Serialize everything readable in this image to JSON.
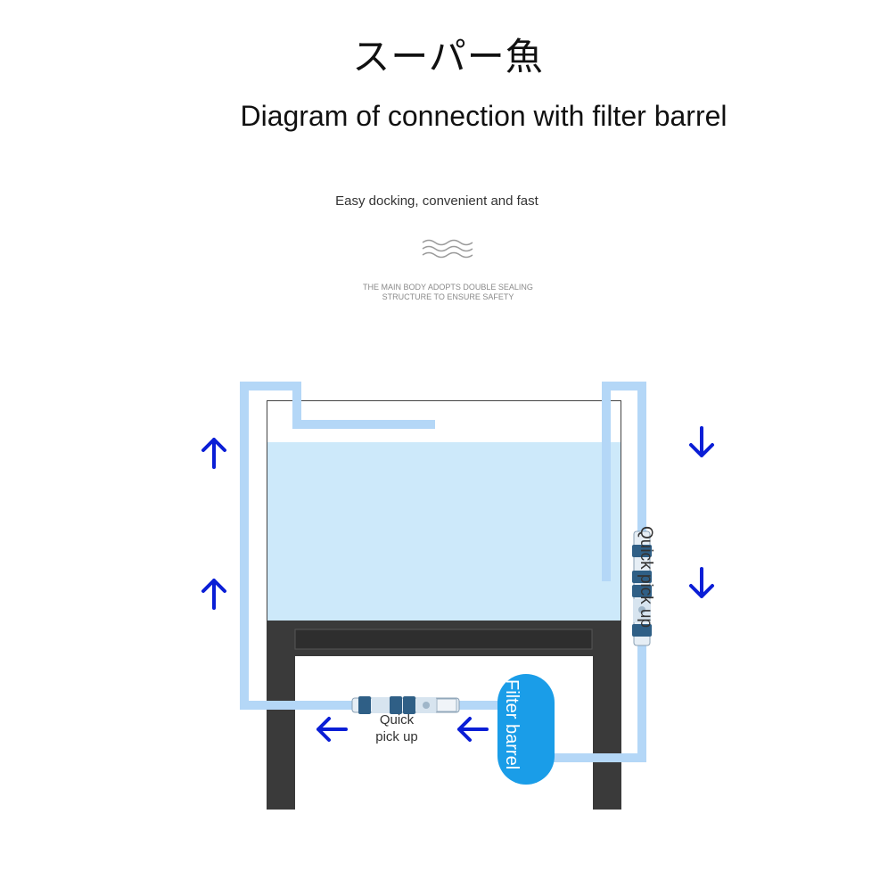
{
  "header": {
    "brand": "スーパー魚",
    "title": "Diagram of connection with filter barrel",
    "subtitle": "Easy docking, convenient and fast",
    "tagline_line1": "THE MAIN BODY ADOPTS DOUBLE SEALING",
    "tagline_line2": "STRUCTURE TO ENSURE SAFETY"
  },
  "diagram": {
    "connector_label_bottom": "Quick\npick up",
    "connector_label_side": "Quick pick up",
    "filter_label": "Filter barrel",
    "colors": {
      "water": "#cde9fa",
      "pipe": "#b4d7f7",
      "stand": "#3a3a3a",
      "filter": "#1a9de8",
      "arrow": "#0a1ed6"
    }
  }
}
